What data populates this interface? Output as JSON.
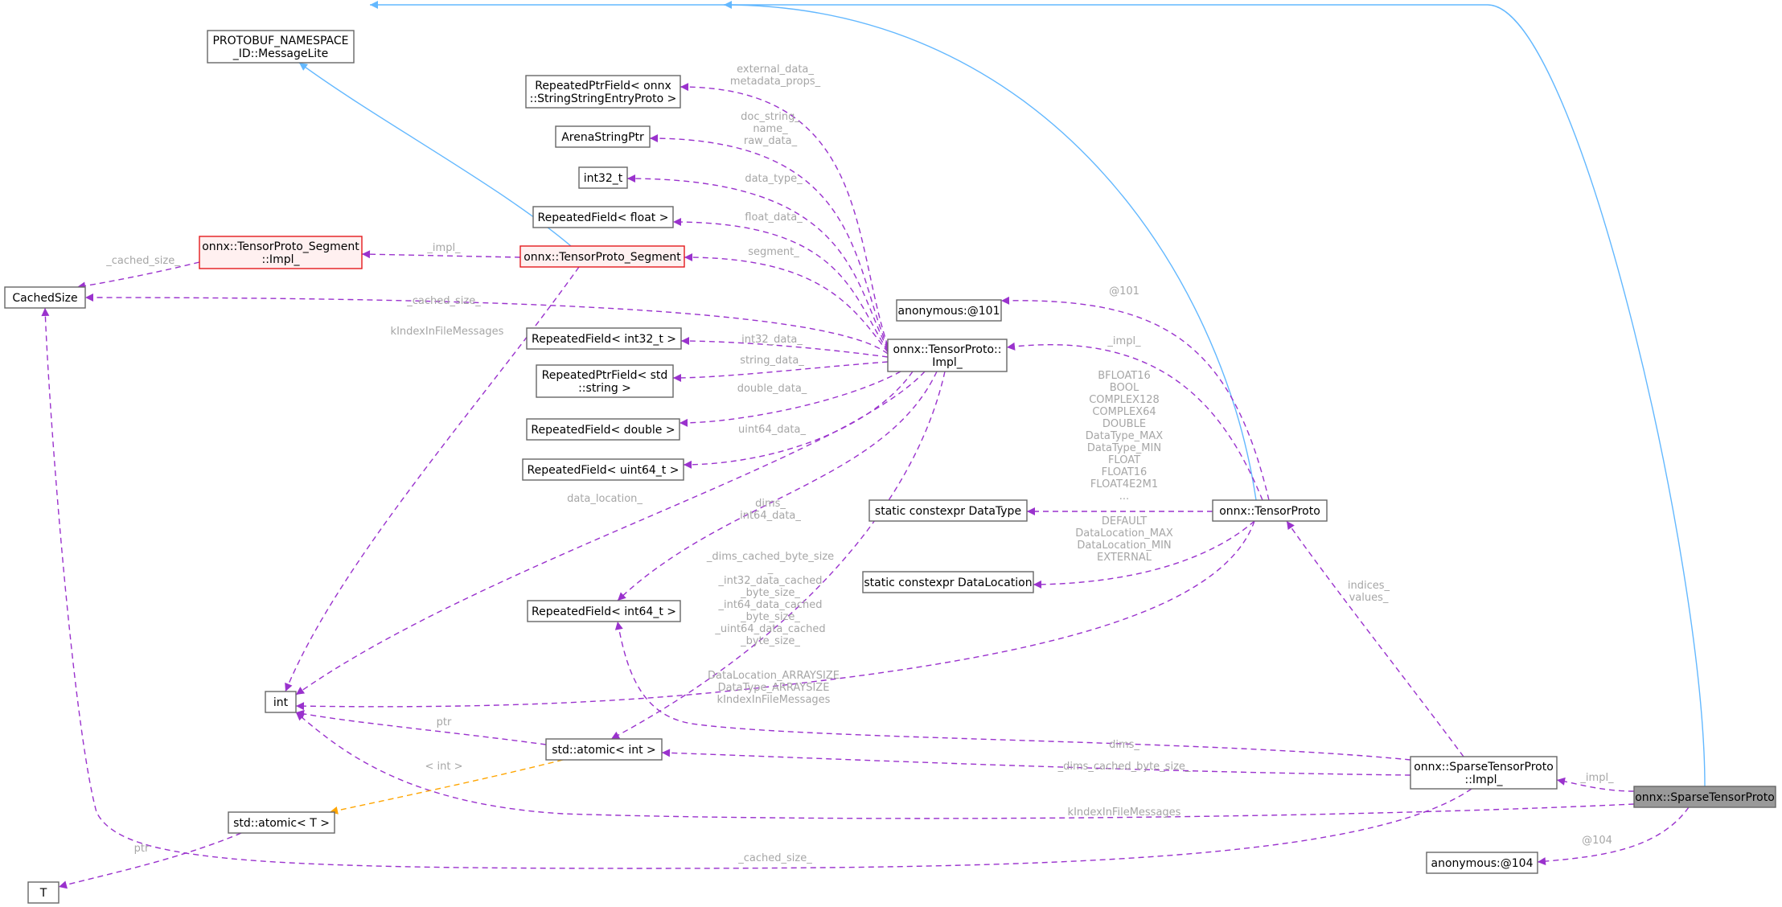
{
  "nodes": {
    "message_lite": [
      "PROTOBUF_NAMESPACE",
      "_ID::MessageLite"
    ],
    "repeated_ptr_string_entry": [
      "RepeatedPtrField< onnx",
      "::StringStringEntryProto >"
    ],
    "arena_string_ptr": [
      "ArenaStringPtr"
    ],
    "int32_t": [
      "int32_t"
    ],
    "repeated_float": [
      "RepeatedField< float >"
    ],
    "segment_impl": [
      "onnx::TensorProto_Segment",
      "::Impl_"
    ],
    "tensor_segment": [
      "onnx::TensorProto_Segment"
    ],
    "cached_size": [
      "CachedSize"
    ],
    "repeated_int32": [
      "RepeatedField< int32_t >"
    ],
    "repeated_ptr_std_string": [
      "RepeatedPtrField< std",
      "::string >"
    ],
    "repeated_double": [
      "RepeatedField< double >"
    ],
    "repeated_uint64": [
      "RepeatedField< uint64_t >"
    ],
    "repeated_int64": [
      "RepeatedField< int64_t >"
    ],
    "int": [
      "int"
    ],
    "std_atomic_int": [
      "std::atomic< int >"
    ],
    "std_atomic_T": [
      "std::atomic< T >"
    ],
    "T": [
      "T"
    ],
    "tensor_impl": [
      "onnx::TensorProto::",
      "Impl_"
    ],
    "anonymous_101": [
      "anonymous:@101"
    ],
    "datatype": [
      "static constexpr DataType"
    ],
    "datalocation": [
      "static constexpr DataLocation"
    ],
    "tensor_proto": [
      "onnx::TensorProto"
    ],
    "sparse_impl": [
      "onnx::SparseTensorProto",
      "::Impl_"
    ],
    "sparse_proto": [
      "onnx::SparseTensorProto"
    ],
    "anonymous_104": [
      "anonymous:@104"
    ]
  },
  "edge_labels": {
    "external_data": [
      "external_data_",
      "metadata_props_"
    ],
    "doc_string": [
      "doc_string_",
      "name_",
      "raw_data_"
    ],
    "data_type": [
      "data_type_"
    ],
    "float_data": [
      "float_data_"
    ],
    "segment": [
      "segment_"
    ],
    "impl_segment": [
      "_impl_"
    ],
    "cached_size_seg": [
      "_cached_size_"
    ],
    "cached_size_tensor": [
      "_cached_size_"
    ],
    "kindex_seg": [
      "kIndexInFileMessages"
    ],
    "int32_data": [
      "int32_data_"
    ],
    "string_data": [
      "string_data_"
    ],
    "double_data": [
      "double_data_"
    ],
    "uint64_data": [
      "uint64_data_"
    ],
    "data_location": [
      "data_location_"
    ],
    "dims_int64": [
      "dims_",
      "int64_data_"
    ],
    "byte_sizes": [
      "_dims_cached_byte_size",
      "_",
      "_int32_data_cached",
      "_byte_size_",
      "_int64_data_cached",
      "_byte_size_",
      "_uint64_data_cached",
      "_byte_size_"
    ],
    "at101": [
      "@101"
    ],
    "impl_tensor": [
      "_impl_"
    ],
    "enum_values": [
      "BFLOAT16",
      "BOOL",
      "COMPLEX128",
      "COMPLEX64",
      "DOUBLE",
      "DataType_MAX",
      "DataType_MIN",
      "FLOAT",
      "FLOAT16",
      "FLOAT4E2M1",
      "..."
    ],
    "loc_values": [
      "DEFAULT",
      "DataLocation_MAX",
      "DataLocation_MIN",
      "EXTERNAL"
    ],
    "arraysize": [
      "DataLocation_ARRAYSIZE",
      "DataType_ARRAYSIZE",
      "kIndexInFileMessages"
    ],
    "indices_values": [
      "indices_",
      "values_"
    ],
    "ptr_atomic": [
      "ptr"
    ],
    "int_template": [
      "< int >"
    ],
    "ptr_T": [
      "ptr"
    ],
    "dims_sparse": [
      "dims_"
    ],
    "dims_cached_sparse": [
      "_dims_cached_byte_size_"
    ],
    "impl_sparse": [
      "_impl_"
    ],
    "kindex_sparse": [
      "kIndexInFileMessages"
    ],
    "cached_size_sparse": [
      "_cached_size_"
    ],
    "at104": [
      "@104"
    ]
  },
  "colors": {
    "dependency_edge": "#9a32cd",
    "inheritance_edge": "#63b8ff",
    "template_edge": "#ffa500",
    "highlight_node": "#999999",
    "incomplete_node_border": "#e41a1c"
  }
}
